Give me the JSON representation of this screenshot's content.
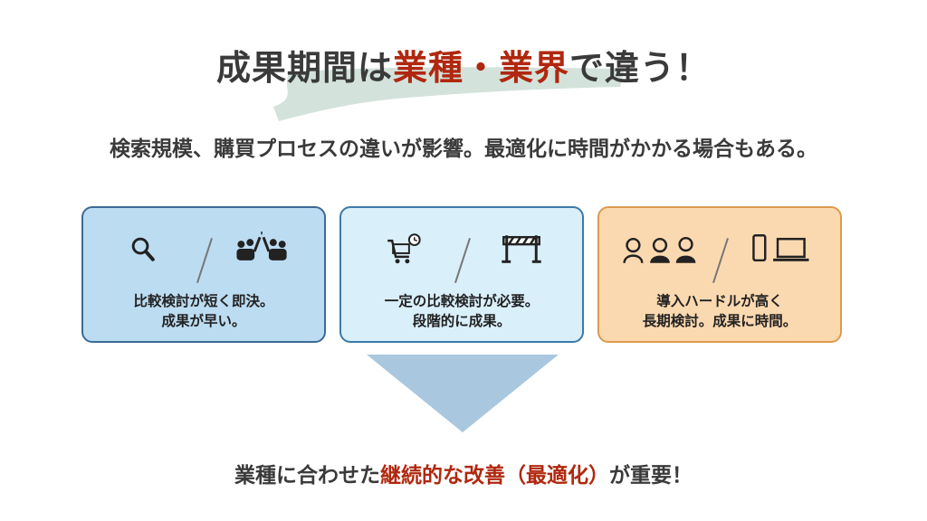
{
  "title": {
    "part1": "成果期間は",
    "highlight": "業種・業界",
    "part2": "で違う！"
  },
  "subtitle": "検索規模、購買プロセスの違いが影響。最適化に時間がかかる場合もある。",
  "cards": [
    {
      "line1": "比較検討が短く即決。",
      "line2": "成果が早い。",
      "icons": [
        "search-icon",
        "high-five-icon"
      ]
    },
    {
      "line1": "一定の比較検討が必要。",
      "line2": "段階的に成果。",
      "icons": [
        "cart-clock-icon",
        "barrier-icon"
      ]
    },
    {
      "line1": "導入ハードルが高く",
      "line2": "長期検討。成果に時間。",
      "icons": [
        "people-icon",
        "devices-icon"
      ]
    }
  ],
  "bottom": {
    "part1": "業種に合わせた",
    "highlight": "継続的な改善（最適化）",
    "part2": "が重要！"
  },
  "colors": {
    "accent": "#b0280f",
    "card1": "#bcdcf2",
    "card2": "#d9effa",
    "card3": "#fbd9b0",
    "arrow": "#a9c8df"
  }
}
